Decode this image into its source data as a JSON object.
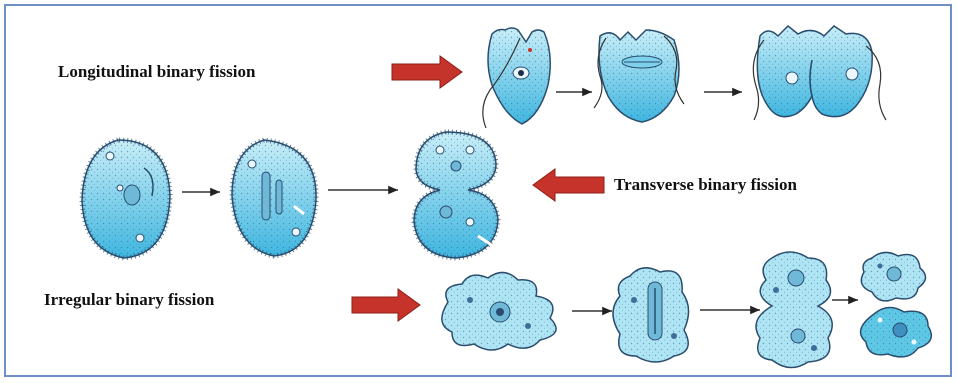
{
  "labels": {
    "longitudinal": "Longitudinal binary fission",
    "transverse": "Transverse binary fission",
    "irregular": "Irregular binary fission"
  },
  "colors": {
    "frame": "#6f8fc7",
    "cell_fill": "#5ec7e6",
    "cell_stroke": "#2a4d6e",
    "red_arrow": "#c6332a",
    "nucleus": "#3f6c98"
  }
}
